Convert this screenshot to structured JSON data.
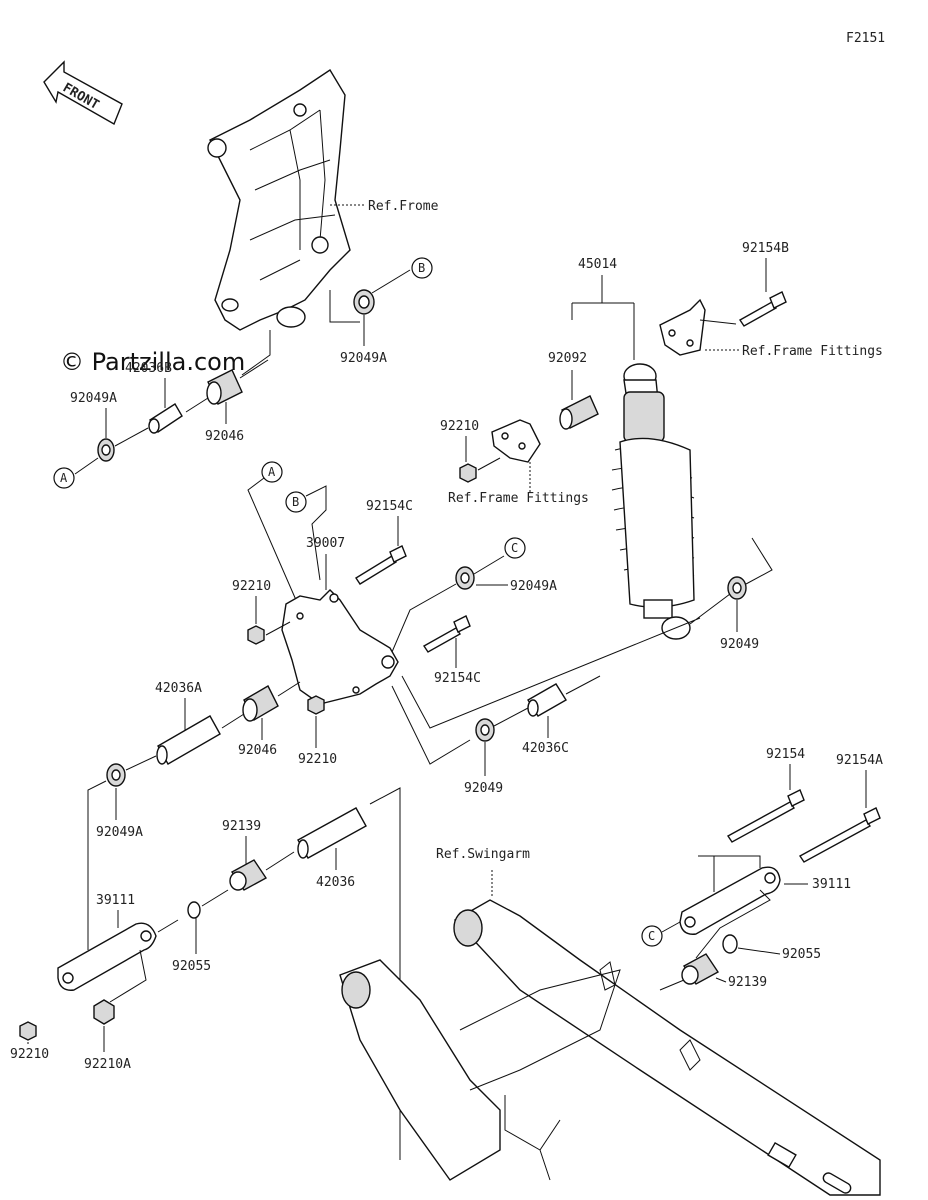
{
  "figure_code": "F2151",
  "watermark": "© Partzilla.com",
  "front_arrow_label": "FRONT",
  "references": {
    "frame": "Ref.Frome",
    "frame_fittings_1": "Ref.Frame Fittings",
    "frame_fittings_2": "Ref.Frame Fittings",
    "swingarm": "Ref.Swingarm"
  },
  "callouts": {
    "a1": "A",
    "b1": "B",
    "a2": "A",
    "b2": "B",
    "c1": "C",
    "c2": "C"
  },
  "parts": {
    "p92049A_top": "92049A",
    "p92049A_left": "92049A",
    "p42036B": "42036B",
    "p92046_top": "92046",
    "p45014": "45014",
    "p92154B": "92154B",
    "p92092": "92092",
    "p92210_top": "92210",
    "p92154C_top": "92154C",
    "p39007": "39007",
    "p92210_mid": "92210",
    "p92049A_mid": "92049A",
    "p92049_right": "92049",
    "p92154C_mid": "92154C",
    "p42036A": "42036A",
    "p92046_mid": "92046",
    "p92210_bot": "92210",
    "p92049_bot": "92049",
    "p42036C": "42036C",
    "p92049A_low": "92049A",
    "p92139_left": "92139",
    "p42036": "42036",
    "p39111_left": "39111",
    "p92055_left": "92055",
    "p92210_low": "92210",
    "p92210A": "92210A",
    "p92154": "92154",
    "p92154A": "92154A",
    "p39111_right": "39111",
    "p92055_right": "92055",
    "p92139_right": "92139"
  }
}
